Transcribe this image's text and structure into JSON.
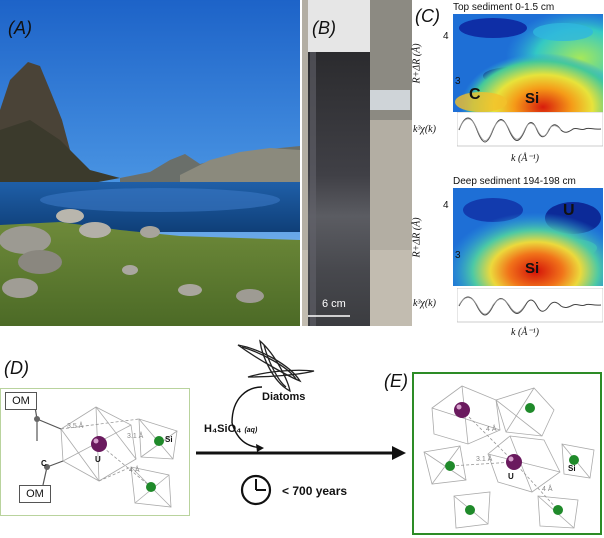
{
  "panels": {
    "A": {
      "label": "(A)"
    },
    "B": {
      "label": "(B)",
      "scale": "6 cm"
    },
    "C": {
      "label": "(C)",
      "top": {
        "title": "Top sediment 0-1.5 cm",
        "ylabel": "R+ΔR (Å)",
        "ticks": [
          "4",
          "3"
        ],
        "labels": [
          "C",
          "Si"
        ],
        "exafs_label": "k³χ(k)",
        "xlabel": "k (Å⁻¹)"
      },
      "deep": {
        "title": "Deep sediment 194-198 cm",
        "ylabel": "R+ΔR (Å)",
        "ticks": [
          "4",
          "3"
        ],
        "labels": [
          "U",
          "Si"
        ],
        "exafs_label": "k³χ(k)",
        "xlabel": "k (Å⁻¹)"
      }
    },
    "D": {
      "label": "(D)",
      "om_top": "OM",
      "om_bottom": "OM",
      "c": "C",
      "u": "U",
      "si": "Si",
      "dist1": "3.5 Å",
      "dist2": "3.1 Å",
      "dist3": "4 Å"
    },
    "E": {
      "label": "(E)",
      "u": "U",
      "si": "Si",
      "dist1": "3.1 Å",
      "dist2": "4 Å",
      "dist3": "4 Å"
    }
  },
  "process": {
    "diatoms": "Diatoms",
    "silicic": "H₄SiO₄",
    "aq": "(aq)",
    "time": "< 700 years"
  }
}
